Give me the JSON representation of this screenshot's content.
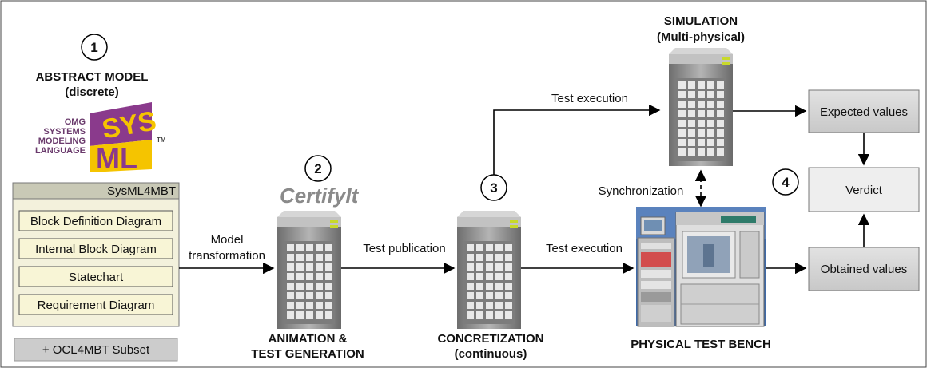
{
  "steps": {
    "s1": "1",
    "s2": "2",
    "s3": "3",
    "s4": "4"
  },
  "abstract_model": {
    "title_line1": "ABSTRACT MODEL",
    "title_line2": "(discrete)",
    "logo_omg": "OMG",
    "logo_systems": "SYSTEMS",
    "logo_modeling": "MODELING",
    "logo_language": "LANGUAGE",
    "logo_sys": "SYS",
    "logo_ml": "ML",
    "logo_tm": "TM"
  },
  "sysml_panel": {
    "header": "SysML4MBT",
    "items": [
      "Block Definition Diagram",
      "Internal Block Diagram",
      "Statechart",
      "Requirement Diagram"
    ],
    "subset_button": "+ OCL4MBT Subset"
  },
  "certifyit_logo": "CertifyIt",
  "labels": {
    "model_transformation_1": "Model",
    "model_transformation_2": "transformation",
    "test_publication": "Test publication",
    "test_execution_bottom": "Test execution",
    "test_execution_top": "Test execution",
    "synchronization": "Synchronization"
  },
  "titles": {
    "animation_1": "ANIMATION  &",
    "animation_2": "TEST GENERATION",
    "concretization_1": "CONCRETIZATION",
    "concretization_2": "(continuous)",
    "simulation_1": "SIMULATION",
    "simulation_2": "(Multi-physical)",
    "physical_bench": "PHYSICAL TEST BENCH"
  },
  "result_boxes": {
    "expected": "Expected values",
    "verdict": "Verdict",
    "obtained": "Obtained values"
  },
  "colors": {
    "panel_fill": "#f3f1dc",
    "panel_header": "#c9c9b6",
    "item_fill": "#f8f5d6",
    "subset_fill": "#cccccc",
    "result_box_dark": "#d6d6d6",
    "result_box_light": "#eeeeee",
    "server_body": "#8c8c8c",
    "server_accent": "#c8d92a",
    "sysml_yellow": "#f5c400",
    "sysml_purple": "#8a3a8c"
  }
}
